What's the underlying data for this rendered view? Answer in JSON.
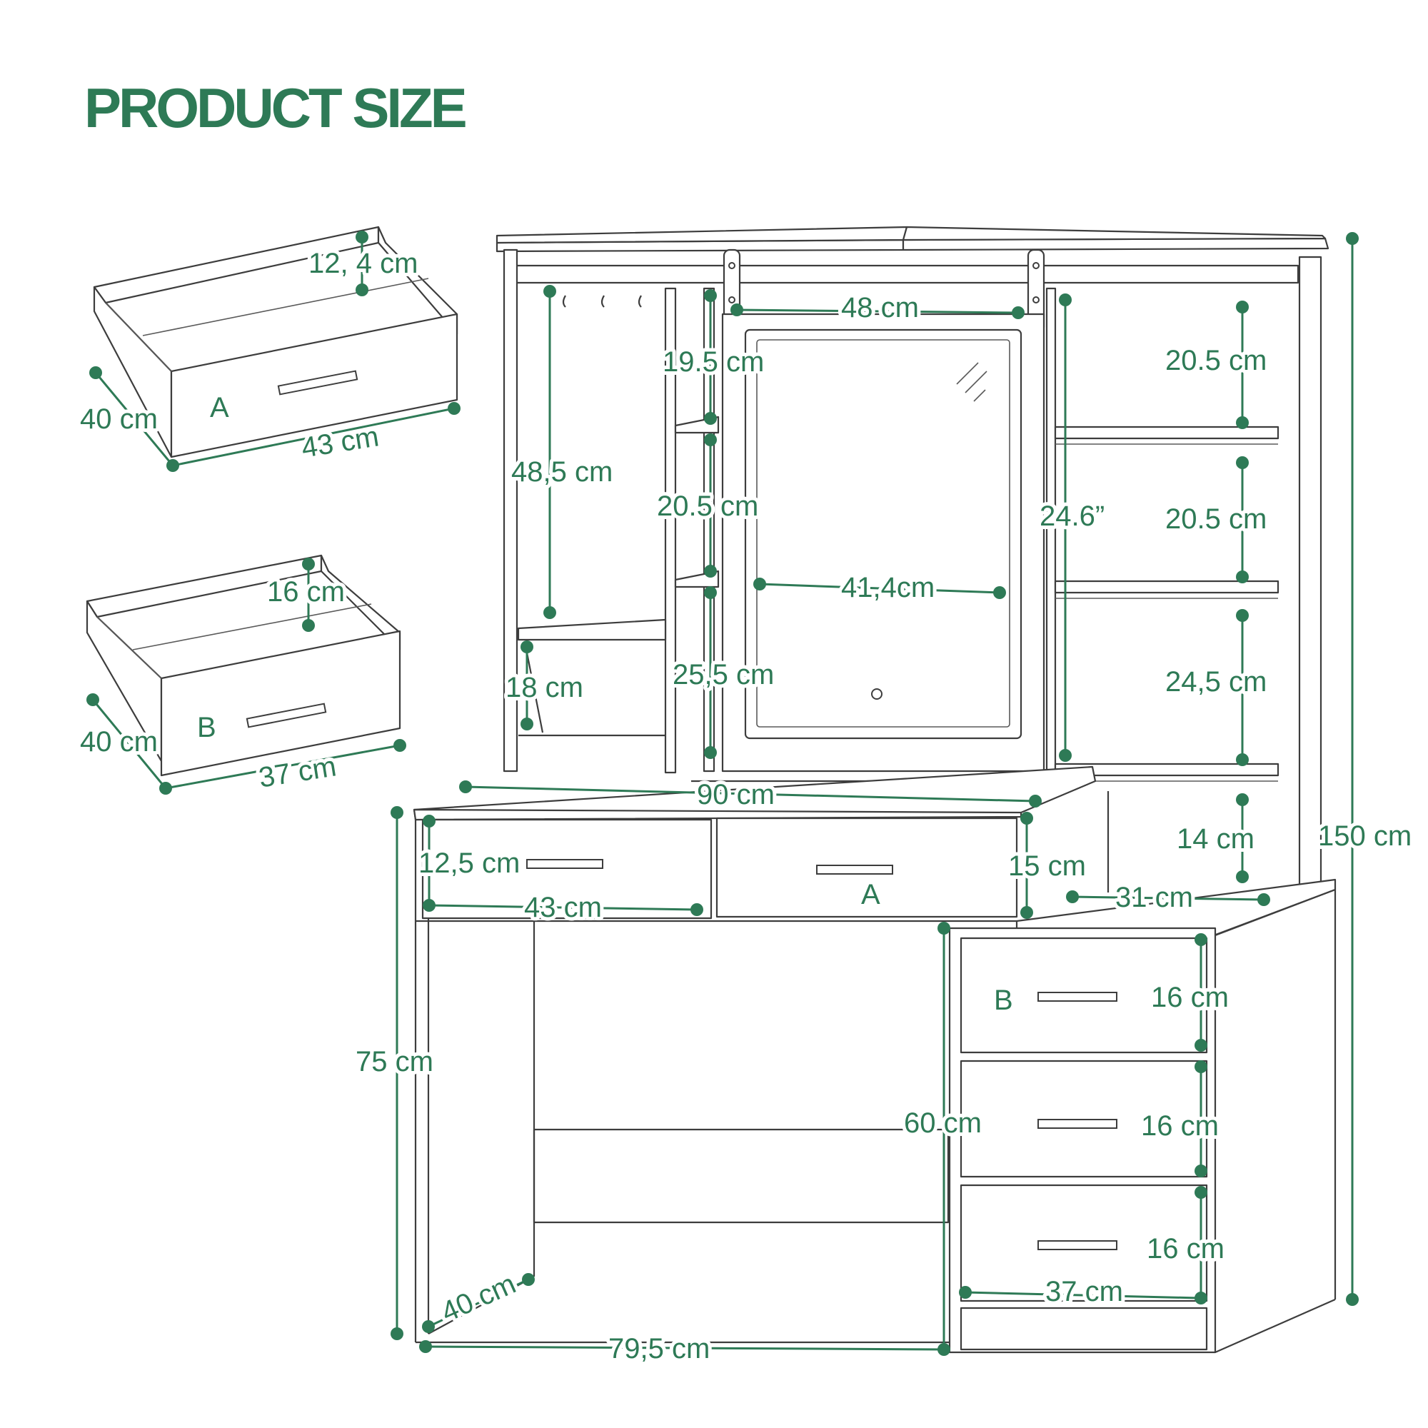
{
  "title": "PRODUCT SIZE",
  "colors": {
    "accent": "#2e7a56",
    "line": "#3d3d3d",
    "background": "#ffffff"
  },
  "drawer_a": {
    "letter": "A",
    "height": "12, 4 cm",
    "depth": "40 cm",
    "width": "43 cm"
  },
  "drawer_b": {
    "letter": "B",
    "height": "16 cm",
    "depth": "40 cm",
    "width": "37 cm"
  },
  "hutch": {
    "mirror_top_width": "48 cm",
    "left_upper_shelf": "19.5 cm",
    "left_middle_shelf": "20.5 cm",
    "left_lower_shelf": "25,5 cm",
    "left_tall_compartment": "48,5 cm",
    "left_bottom_compartment": "18 cm",
    "mirror_width": "41,4cm",
    "mirror_height": "24.6”",
    "right_shelf_1": "20.5 cm",
    "right_shelf_2": "20.5 cm",
    "right_shelf_3": "24,5 cm",
    "right_bottom_gap": "14 cm"
  },
  "desk": {
    "top_width": "90 cm",
    "drawer_height_left": "12,5 cm",
    "drawer_width_left": "43 cm",
    "drawer_letter_top": "A",
    "drawer_height_right": "15 cm",
    "side_depth": "31 cm",
    "total_height": "150 cm",
    "desk_height": "75 cm",
    "knee_height": "60 cm",
    "desk_depth": "40 cm",
    "desk_width": "79,5 cm",
    "cabinet_drawer_letter": "B",
    "cabinet_drawer_1": "16 cm",
    "cabinet_drawer_2": "16 cm",
    "cabinet_drawer_3": "16 cm",
    "cabinet_width": "37 cm"
  }
}
